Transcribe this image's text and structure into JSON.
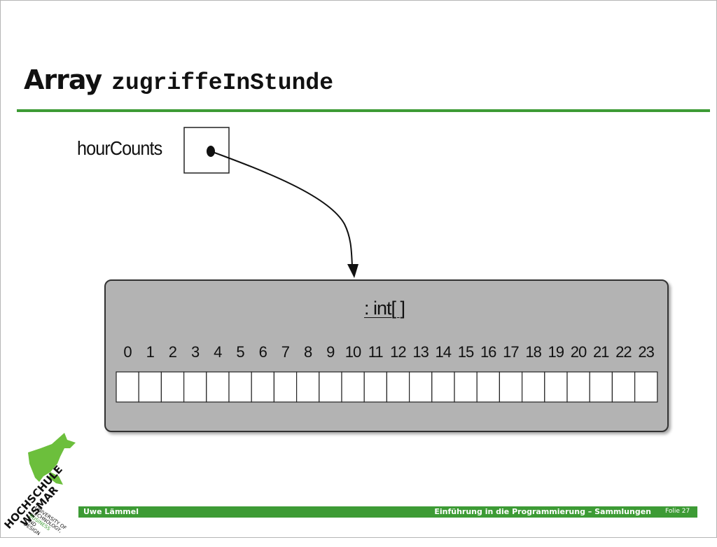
{
  "slide": {
    "title_word": "Array",
    "title_code": "zugriffeInStunde",
    "accent_color": "#3d9b35"
  },
  "diagram": {
    "variable_name": "hourCounts",
    "array_type_label": ": int[ ]",
    "array_fill_color": "#b3b3b3",
    "indices": [
      "0",
      "1",
      "2",
      "3",
      "4",
      "5",
      "6",
      "7",
      "8",
      "9",
      "10",
      "11",
      "12",
      "13",
      "14",
      "15",
      "16",
      "17",
      "18",
      "19",
      "20",
      "21",
      "22",
      "23"
    ]
  },
  "footer": {
    "author": "Uwe Lämmel",
    "course": "Einführung in die Programmierung – Sammlungen",
    "slide_number": "Folie 27"
  },
  "logo": {
    "line1": "HOCHSCHULE",
    "line2": "WISMAR",
    "sub1": "UNIVERSITY OF",
    "sub2": "TECHNOLOGY,",
    "sub3": "BUSINESS",
    "sub4": "AND",
    "sub5": "DESIGN",
    "icon": "griffin-icon"
  }
}
